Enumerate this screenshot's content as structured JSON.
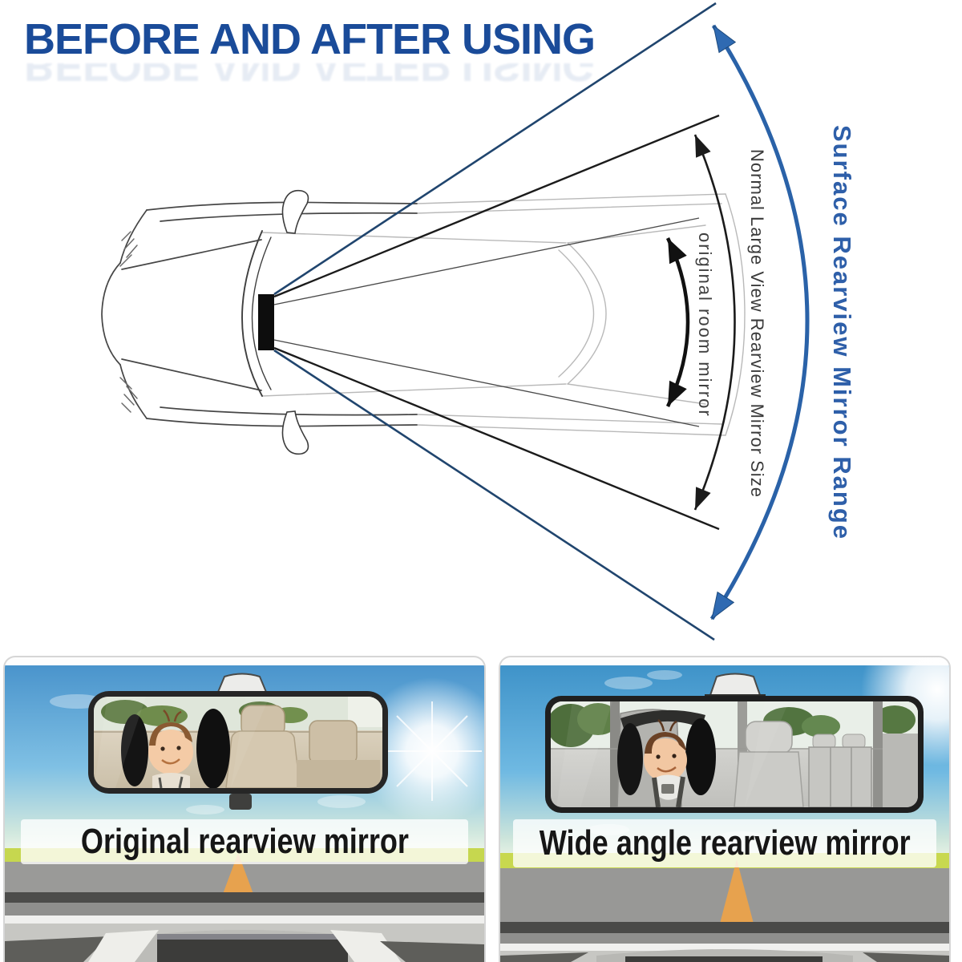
{
  "title": "BEFORE AND AFTER USING",
  "diagram": {
    "labels": {
      "inner": "original room mirror",
      "middle": "Normal Large View Rearview Mirror Size",
      "outer": "Surface Rearview Mirror Range"
    },
    "colors": {
      "title_blue": "#1a4b99",
      "range_label_blue": "#2e5fa9",
      "wide_cone_blue": "#20456e",
      "wide_arc_blue": "#2a62a8",
      "narrow_line_black": "#1b1b1b",
      "label_gray": "#3a3a3a"
    }
  },
  "panels": {
    "left": {
      "caption": "Original rearview mirror"
    },
    "right": {
      "caption": "Wide angle rearview mirror"
    },
    "colors": {
      "sky_blue": "#4a94cc",
      "grass_green": "#c6d74f",
      "road_gray": "#9a9a98",
      "road_marking_orange": "#e7a24e",
      "caption_text": "#161616"
    }
  }
}
